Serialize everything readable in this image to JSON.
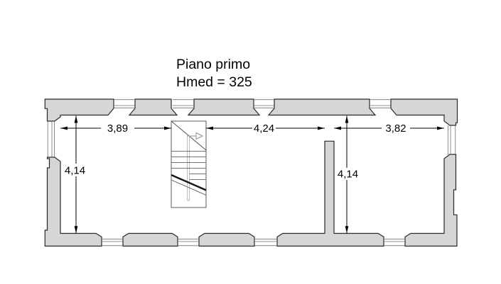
{
  "title": {
    "line1": "Piano primo",
    "line2": "Hmed = 325"
  },
  "dimensions": {
    "span_left": "3,89",
    "span_middle": "4,24",
    "span_right": "3,82",
    "depth_left": "4,14",
    "depth_right": "4,14"
  },
  "colors": {
    "wall_fill": "#d6d6d6",
    "wall_outline": "#2a2a2a",
    "thin_line": "#707070",
    "dimension_line": "#000000",
    "background": "#ffffff"
  }
}
